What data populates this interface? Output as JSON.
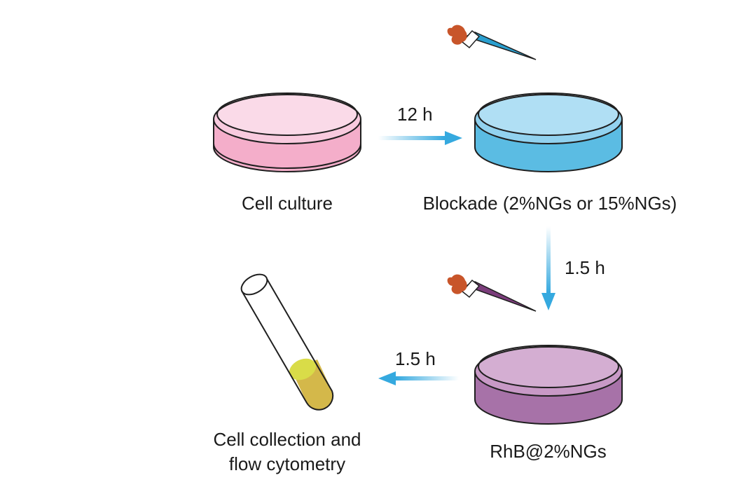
{
  "steps": {
    "cell_culture": "Cell culture",
    "blockade": "Blockade (2%NGs or 15%NGs)",
    "rhb": "RhB@2%NGs",
    "collection_line1": "Cell collection and",
    "collection_line2": "flow cytometry"
  },
  "arrows": {
    "first": "12 h",
    "second": "1.5 h",
    "third": "1.5 h"
  },
  "colors": {
    "pink_dish": "#f7c7da",
    "blue_dish": "#8fd0ee",
    "purple_dish": "#c89ac5",
    "arrow_blue": "#35a9df",
    "dropper_bulb": "#c8552a",
    "tube_liquid": "#d4b84a"
  }
}
